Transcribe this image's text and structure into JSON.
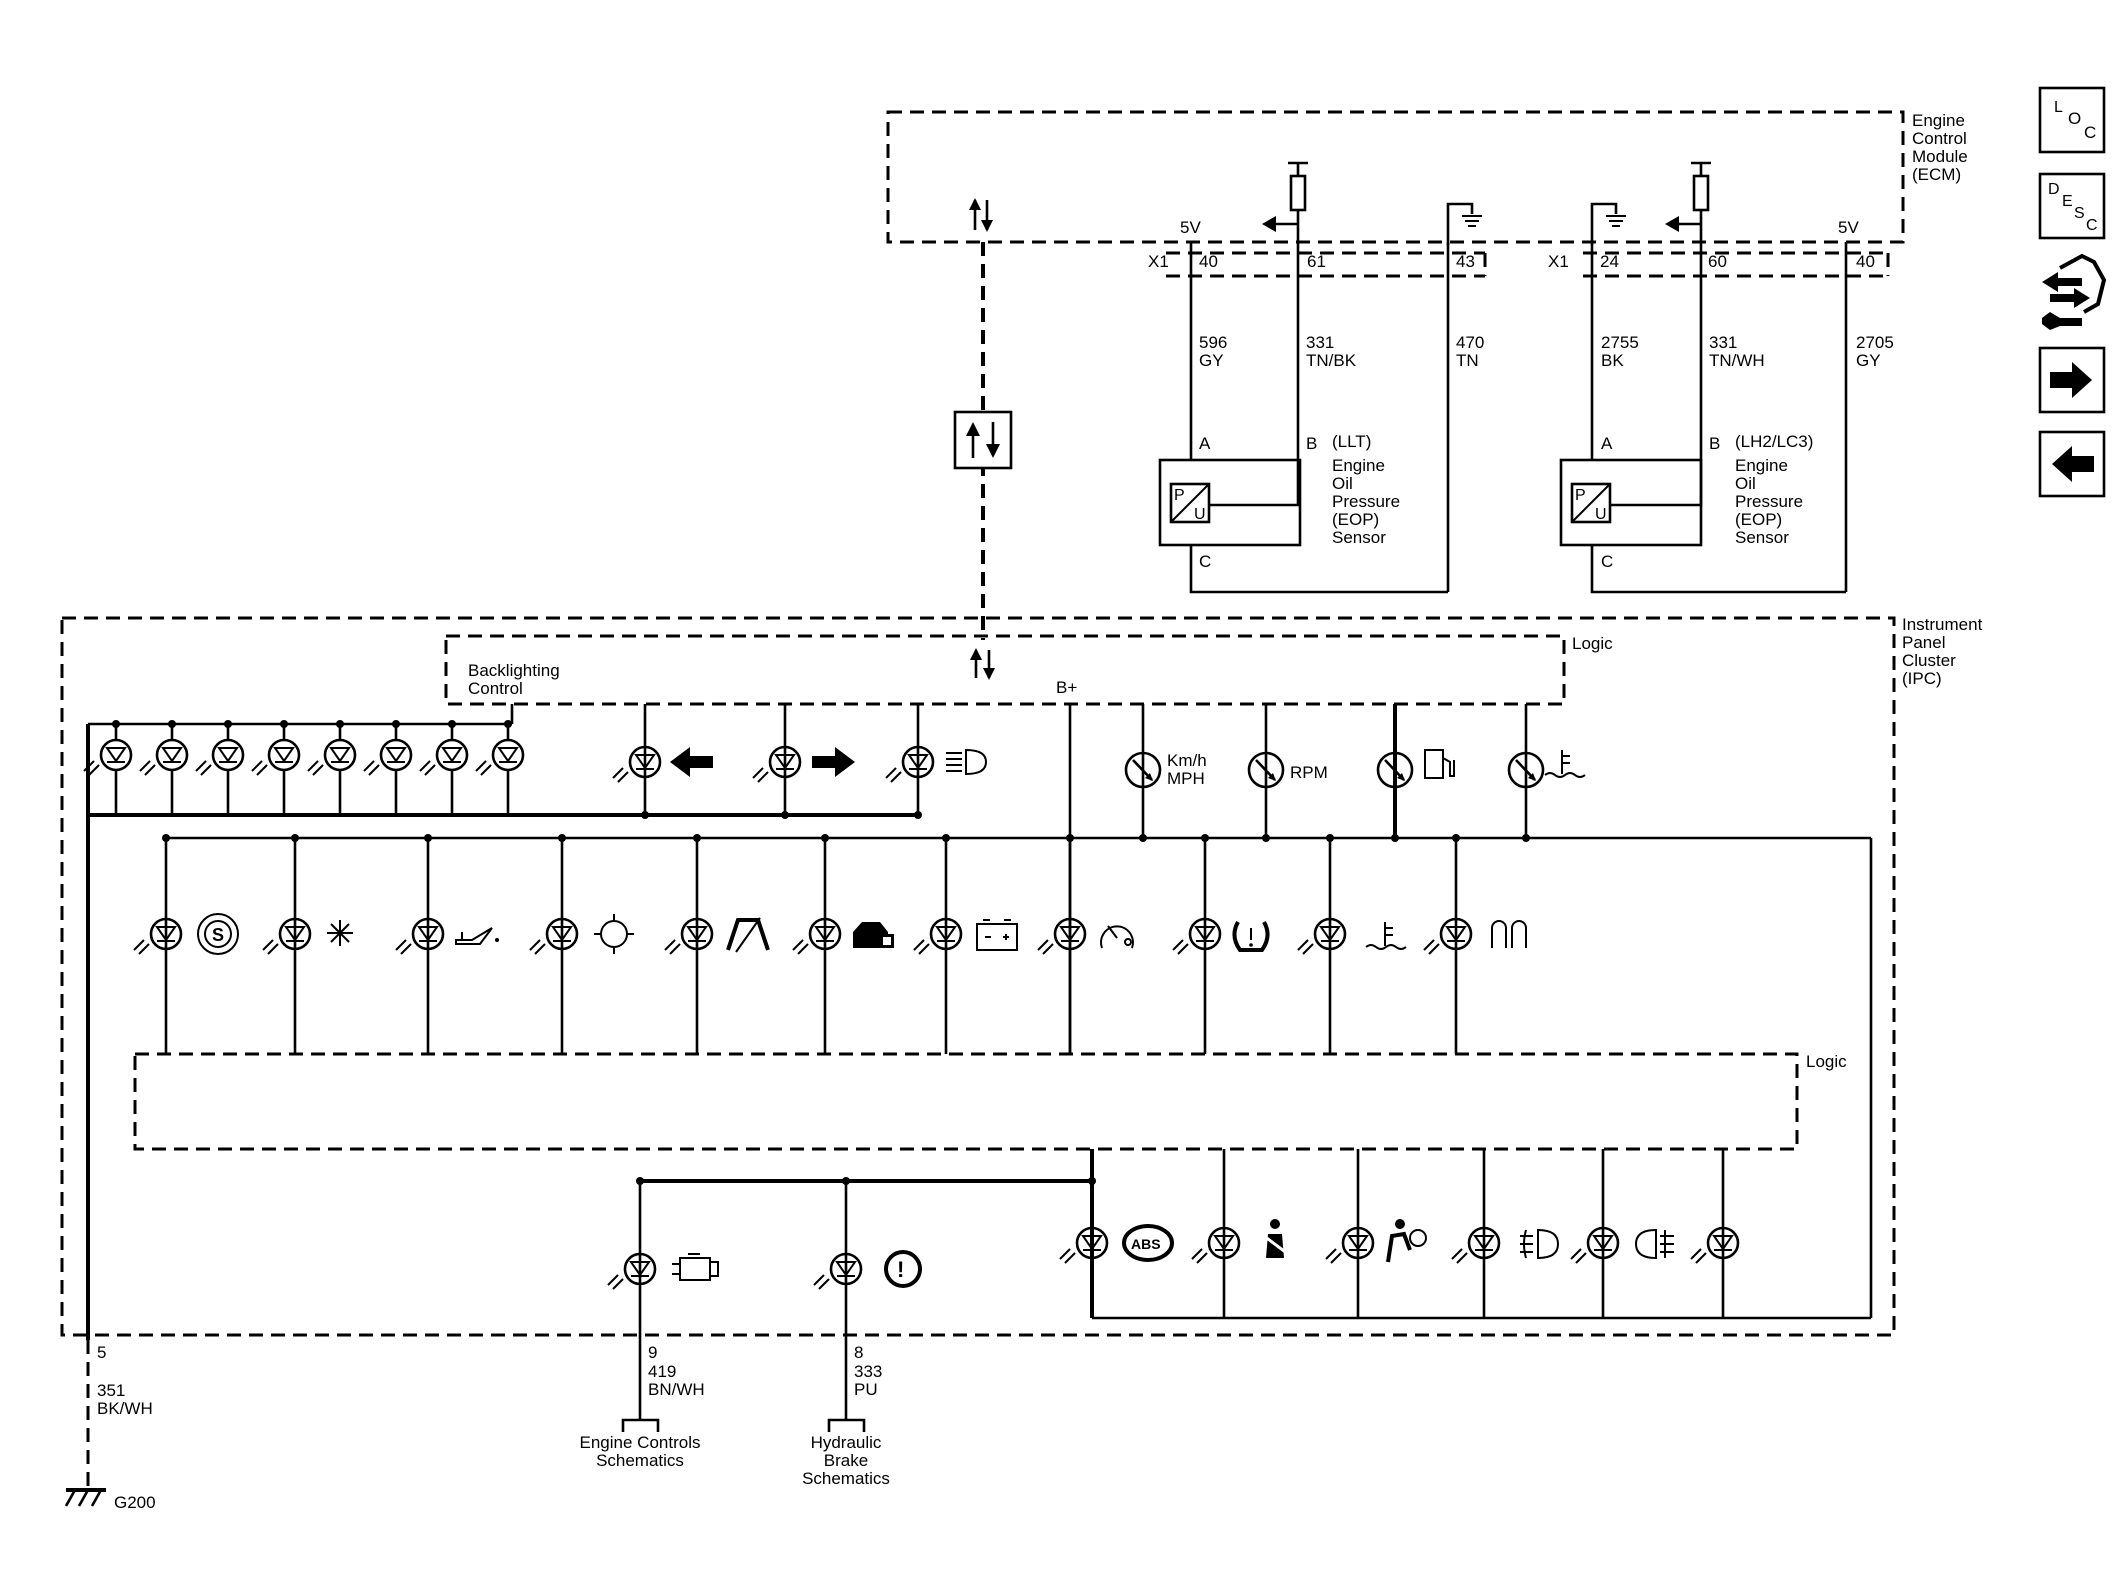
{
  "ecm": {
    "title_lines": [
      "Engine",
      "Control",
      "Module",
      "(ECM)"
    ],
    "left_volt": "5V",
    "right_volt": "5V",
    "x1_left": "X1",
    "x1_right": "X1",
    "pins_left": [
      "40",
      "61",
      "43"
    ],
    "pins_right": [
      "24",
      "60",
      "40"
    ]
  },
  "wires": {
    "w596": [
      "596",
      "GY"
    ],
    "w331a": [
      "331",
      "TN/BK"
    ],
    "w470": [
      "470",
      "TN"
    ],
    "w2755": [
      "2755",
      "BK"
    ],
    "w331b": [
      "331",
      "TN/WH"
    ],
    "w2705": [
      "2705",
      "GY"
    ],
    "w351": [
      "351",
      "BK/WH"
    ],
    "w419": [
      "419",
      "BN/WH"
    ],
    "w333": [
      "333",
      "PU"
    ]
  },
  "sensors": {
    "llt": {
      "variant": "(LLT)",
      "name_lines": [
        "Engine",
        "Oil",
        "Pressure",
        "(EOP)",
        "Sensor"
      ],
      "pin_a": "A",
      "pin_b": "B",
      "pin_c": "C"
    },
    "lh2": {
      "variant": "(LH2/LC3)",
      "name_lines": [
        "Engine",
        "Oil",
        "Pressure",
        "(EOP)",
        "Sensor"
      ],
      "pin_a": "A",
      "pin_b": "B",
      "pin_c": "C"
    }
  },
  "ipc": {
    "title_lines": [
      "Instrument",
      "Panel",
      "Cluster",
      "(IPC)"
    ],
    "logic_top": "Logic",
    "logic_bottom": "Logic",
    "backlighting_lines": [
      "Backlighting",
      "Control"
    ],
    "bplus": "B+",
    "gauge_speed_lines": [
      "Km/h",
      "MPH"
    ],
    "gauge_rpm": "RPM",
    "sensor_glyph": "P",
    "sensor_glyph_u": "U"
  },
  "pins": {
    "ground_pin": "5",
    "engine_pin": "9",
    "brake_pin": "8"
  },
  "ground_label": "G200",
  "refs": {
    "engine_controls_lines": [
      "Engine Controls",
      "Schematics"
    ],
    "hydraulic_brake_lines": [
      "Hydraulic",
      "Brake",
      "Schematics"
    ]
  },
  "nav": {
    "loc": [
      "L",
      "O",
      "C"
    ],
    "desc": [
      "D",
      "E",
      "S",
      "C"
    ]
  },
  "icons": {
    "abs_text": "ABS",
    "brake_text": "(!)",
    "s_text": "S",
    "fog_front": "‡D",
    "fog_rear": "(‡"
  },
  "colors": {
    "line": "#000000",
    "background": "#ffffff"
  }
}
